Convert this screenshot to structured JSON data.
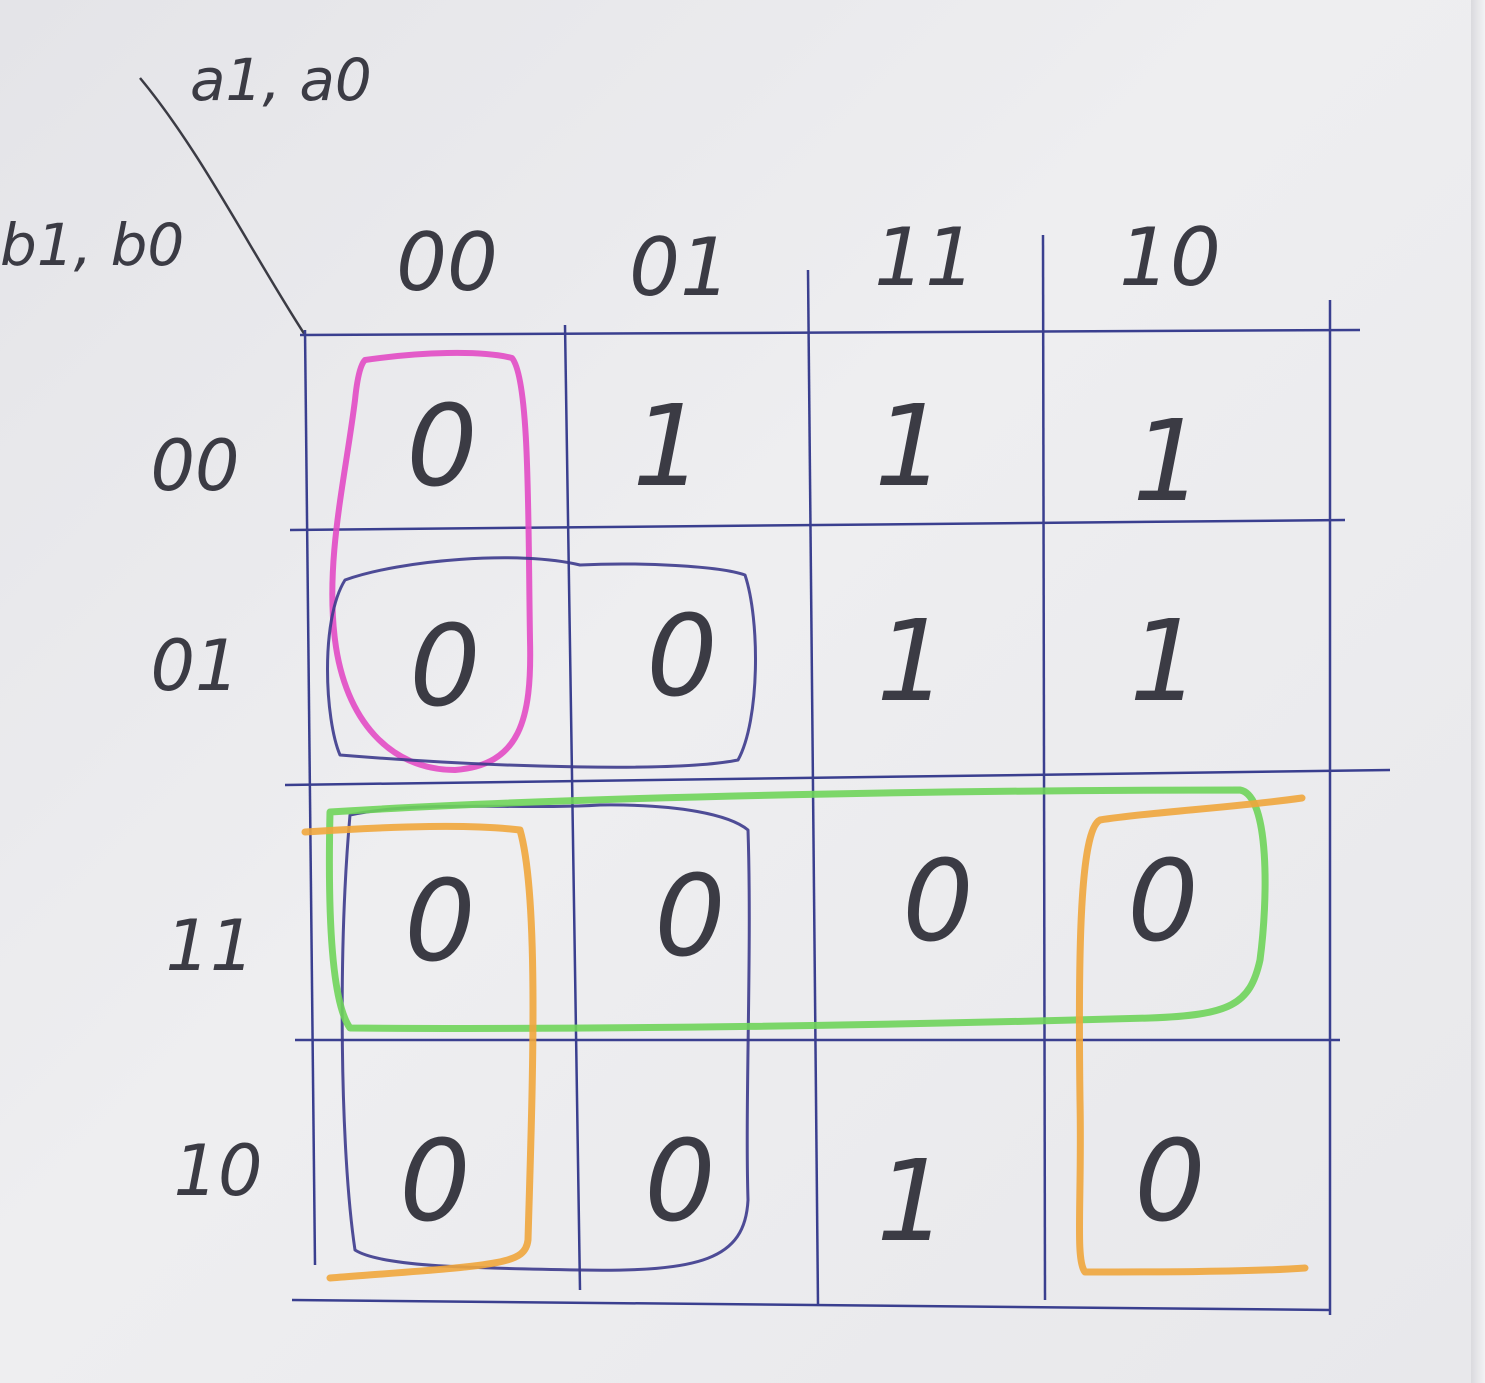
{
  "variables": {
    "columns_label": "a1, a0",
    "rows_label": "b1, b0"
  },
  "columns": [
    "00",
    "01",
    "11",
    "10"
  ],
  "rows": [
    "00",
    "01",
    "11",
    "10"
  ],
  "cells": [
    [
      "0",
      "1",
      "1",
      "1"
    ],
    [
      "0",
      "0",
      "1",
      "1"
    ],
    [
      "0",
      "0",
      "0",
      "0"
    ],
    [
      "0",
      "0",
      "1",
      "0"
    ]
  ],
  "groups": [
    {
      "color": "#e24bc4",
      "cells": "column 00, rows 00–01"
    },
    {
      "color": "#3c3a8c",
      "cells": "columns 00–01, row 01"
    },
    {
      "color": "#3c3a8c",
      "cells": "columns 00–01, rows 11–10"
    },
    {
      "color": "#6fd45a",
      "cells": "row 11, all columns"
    },
    {
      "color": "#f0a63c",
      "cells": "columns 00 and 10, rows 11–10"
    }
  ],
  "colors": {
    "grid": "#3a3f8f",
    "ink": "#3b3b44"
  }
}
